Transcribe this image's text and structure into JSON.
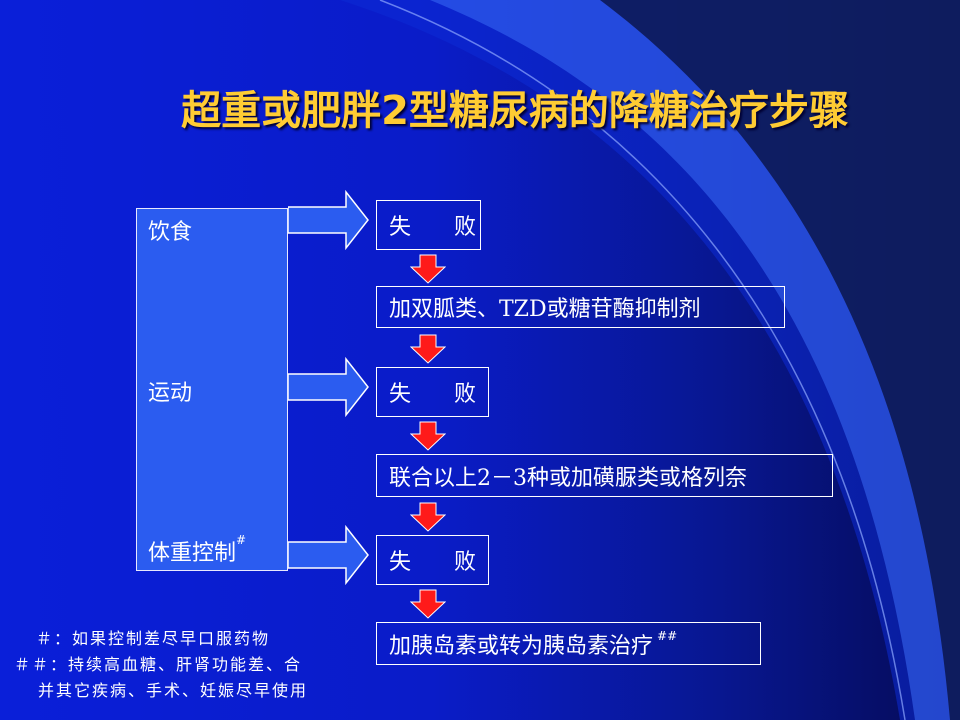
{
  "title": "超重或肥胖2型糖尿病的降糖治疗步骤",
  "left_panel": {
    "item_diet": "饮食",
    "item_exercise": "运动",
    "item_weight": "体重控制",
    "item_weight_mark": "#"
  },
  "steps": {
    "fail_1": "失 败",
    "step_1": "加双胍类、TZD或糖苷酶抑制剂",
    "fail_2": "失 败",
    "step_2": "联合以上2－3种或加磺脲类或格列奈",
    "fail_3": "失 败",
    "step_3": "加胰岛素或转为胰岛素治疗",
    "step_3_mark": "##"
  },
  "footnotes": {
    "line_1": "＃：如果控制差尽早口服药物",
    "line_2": "＃＃：持续高血糖、肝肾功能差、合",
    "line_3": "并其它疾病、手术、妊娠尽早使用"
  },
  "colors": {
    "title": "#ffcc33",
    "panel": "#2b5cf0",
    "arrow_right": "#2b5cf0",
    "arrow_down": "#ff1a1a"
  }
}
